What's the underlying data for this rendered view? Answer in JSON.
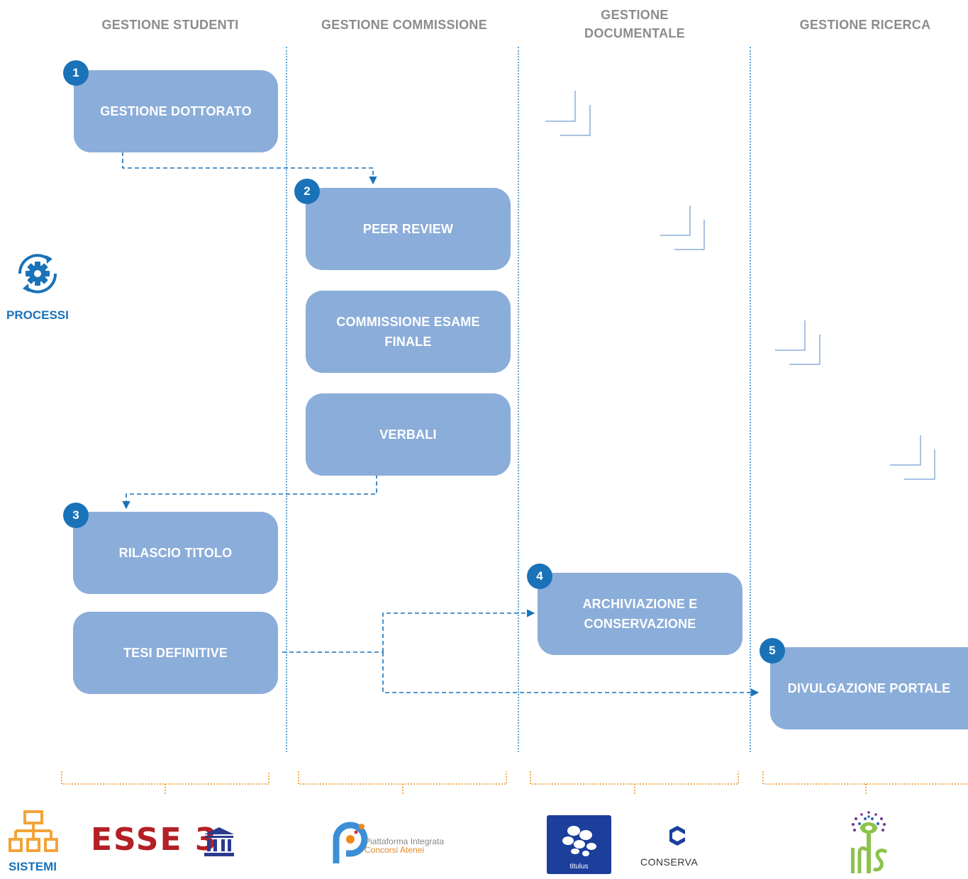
{
  "columns": {
    "students": "GESTIONE STUDENTI",
    "commission_col": "GESTIONE COMMISSIONE",
    "documental": "GESTIONE DOCUMENTALE",
    "research": "GESTIONE RICERCA"
  },
  "side": {
    "processes": "PROCESSI",
    "systems": "SISTEMI"
  },
  "steps": {
    "s1": "1",
    "s2": "2",
    "s3": "3",
    "s4": "4",
    "s5": "5"
  },
  "boxes": {
    "dottorato": "GESTIONE DOTTORATO",
    "peer_review": "PEER REVIEW",
    "commissione": "COMMISSIONE ESAME FINALE",
    "verbali": "VERBALI",
    "rilascio": "RILASCIO TITOLO",
    "tesi": "TESI DEFINITIVE",
    "archiviazione": "ARCHIVIAZIONE E CONSERVAZIONE",
    "divulgazione": "DIVULGAZIONE PORTALE"
  },
  "logos": {
    "esse3": "ESSE 3",
    "pica_line1": "Piattaforma Integrata",
    "pica_line2": "Concorsi Atenei",
    "titulus": "titulus",
    "conserva": "CONSERVA",
    "iris": "Iris"
  },
  "colors": {
    "box": "#8badd9",
    "badge": "#1a72b8",
    "lane": "#5aa3d6",
    "bracket": "#f2a33a",
    "header": "#8a8c8f"
  }
}
